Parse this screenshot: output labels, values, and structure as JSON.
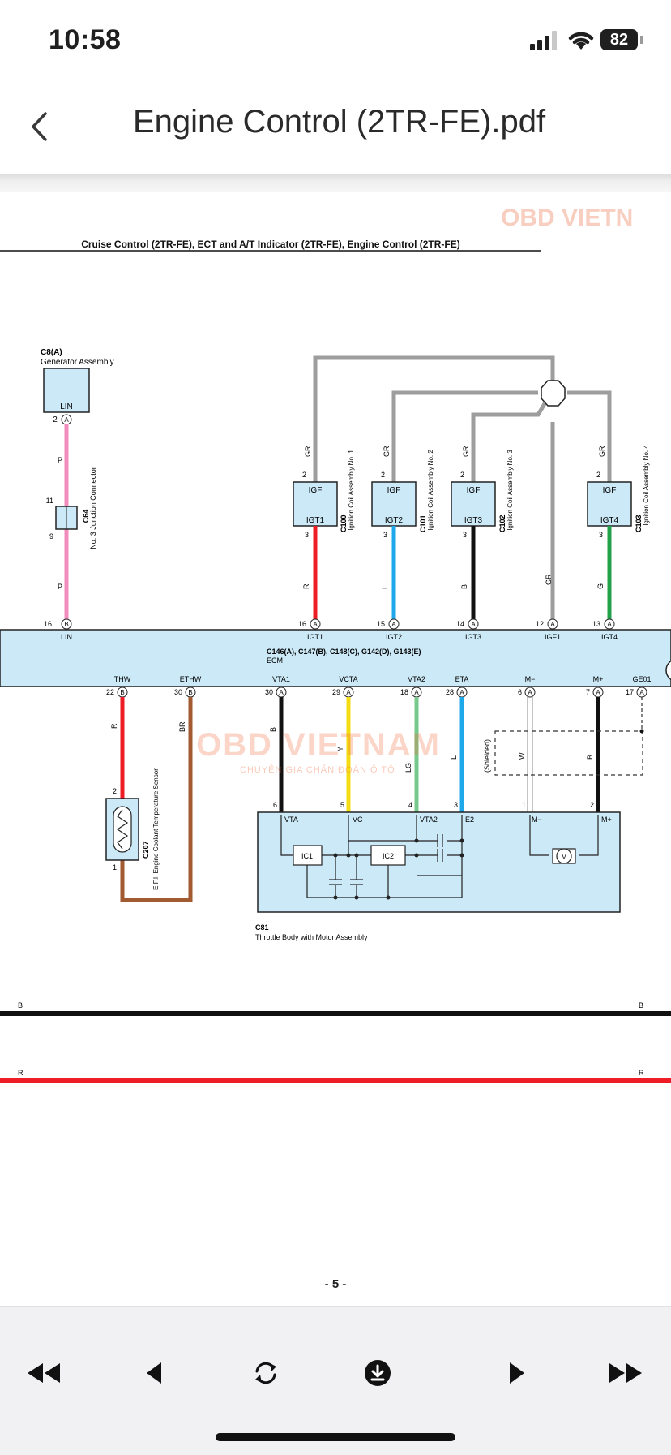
{
  "status_bar": {
    "time": "10:58",
    "battery": "82"
  },
  "app_bar": {
    "title": "Engine Control (2TR-FE).pdf"
  },
  "page": {
    "header": "Cruise Control (2TR-FE), ECT and A/T Indicator (2TR-FE), Engine Control (2TR-FE)",
    "watermark_top": "OBD VIETN",
    "page_number": "- 5 -",
    "watermark": {
      "logo": "OBD VIETNAM",
      "tagline": "CHUYÊN GIA CHẨN ĐOÁN Ô TÔ"
    },
    "generator": {
      "code": "C8(A)",
      "name": "Generator Assembly",
      "terminal": "LIN",
      "pin": "2",
      "conn": "A"
    },
    "junction": {
      "code": "C64",
      "name": "No. 3 Junction Connector",
      "pin_top": "11",
      "pin_bottom": "9",
      "wire_color": "P"
    },
    "ignition_coils": [
      {
        "code": "C100",
        "name": "Ignition Coil Assembly No. 1",
        "top": "IGF",
        "bottom": "IGT1",
        "wire": "R",
        "gr": "GR"
      },
      {
        "code": "C101",
        "name": "Ignition Coil Assembly No. 2",
        "top": "IGF",
        "bottom": "IGT2",
        "wire": "L",
        "gr": "GR"
      },
      {
        "code": "C102",
        "name": "Ignition Coil Assembly No. 3",
        "top": "IGF",
        "bottom": "IGT3",
        "wire": "B",
        "gr": "GR"
      },
      {
        "code": "C103",
        "name": "Ignition Coil Assembly No. 4",
        "top": "IGF",
        "bottom": "IGT4",
        "wire": "G",
        "gr": "GR"
      }
    ],
    "ecm": {
      "codes": "C146(A), C147(B), C148(C), G142(D), G143(E)",
      "name": "ECM",
      "top_pins": [
        {
          "label": "LIN",
          "pin": "16",
          "conn": "B"
        },
        {
          "label": "IGT1",
          "pin": "16",
          "conn": "A"
        },
        {
          "label": "IGT2",
          "pin": "15",
          "conn": "A"
        },
        {
          "label": "IGT3",
          "pin": "14",
          "conn": "A"
        },
        {
          "label": "IGF1",
          "pin": "12",
          "conn": "A"
        },
        {
          "label": "IGT4",
          "pin": "13",
          "conn": "A"
        }
      ],
      "igf_wire": "GR",
      "bottom_pins": [
        {
          "label": "THW",
          "pin": "22",
          "conn": "B",
          "wire": "R"
        },
        {
          "label": "ETHW",
          "pin": "30",
          "conn": "B",
          "wire": "BR"
        },
        {
          "label": "VTA1",
          "pin": "30",
          "conn": "A",
          "wire": "B"
        },
        {
          "label": "VCTA",
          "pin": "29",
          "conn": "A",
          "wire": "Y"
        },
        {
          "label": "VTA2",
          "pin": "18",
          "conn": "A",
          "wire": "LG"
        },
        {
          "label": "ETA",
          "pin": "28",
          "conn": "A",
          "wire": "L"
        },
        {
          "label": "M−",
          "pin": "6",
          "conn": "A",
          "wire": "W"
        },
        {
          "label": "M+",
          "pin": "7",
          "conn": "A",
          "wire": "B"
        },
        {
          "label": "GE01",
          "pin": "17",
          "conn": "A",
          "wire": ""
        }
      ]
    },
    "shielded": "(Shielded)",
    "coolant_sensor": {
      "code": "C207",
      "name": "E.F.I. Engine Coolant Temperature Sensor",
      "pin_top": "2",
      "pin_bottom": "1"
    },
    "throttle": {
      "code": "C81",
      "name": "Throttle Body with Motor Assembly",
      "terminals": [
        "VTA",
        "VC",
        "VTA2",
        "E2",
        "M−",
        "M+"
      ],
      "pins": [
        "6",
        "5",
        "4",
        "3",
        "1",
        "2"
      ],
      "ic1": "IC1",
      "ic2": "IC2",
      "motor": "M"
    },
    "bus_lines": {
      "black": "B",
      "red": "R"
    }
  },
  "icons": {
    "back": "chevron-left-icon",
    "first": "skip-first-icon",
    "prev": "triangle-left-icon",
    "rotate": "rotate-icon",
    "download": "download-circle-icon",
    "next": "triangle-right-icon",
    "last": "skip-last-icon"
  },
  "colors": {
    "ecm_fill": "#cce9f7",
    "wire_gray": "#9d9d9d",
    "wire_red": "#ee1c25",
    "wire_blue": "#1fa8ea",
    "wire_green": "#22a14a",
    "wire_pink": "#f28cbc",
    "wire_brown": "#a25a31",
    "wire_yellow": "#f5dc12",
    "wire_lightgreen": "#77c98b",
    "watermark_orange": "#f26b3a"
  }
}
